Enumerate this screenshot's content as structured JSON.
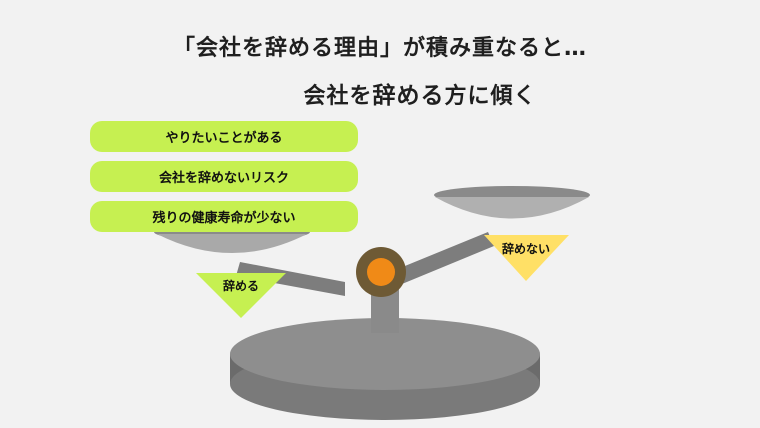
{
  "title": {
    "line1": "「会社を辞める理由」が積み重なると…",
    "line2_before": "会社を",
    "line2_emph": "辞める",
    "line2_after": "方に傾く"
  },
  "reasons": [
    "やりたいことがある",
    "会社を辞めないリスク",
    "残りの健康寿命が少ない"
  ],
  "left_label": "辞める",
  "right_label": "辞めない",
  "colors": {
    "background": "#f2f2f2",
    "reason_box": "#c6f051",
    "left_triangle": "#c6f051",
    "right_triangle": "#ffe066",
    "pivot": "#f08a17",
    "metal": "#8a8a8a"
  }
}
